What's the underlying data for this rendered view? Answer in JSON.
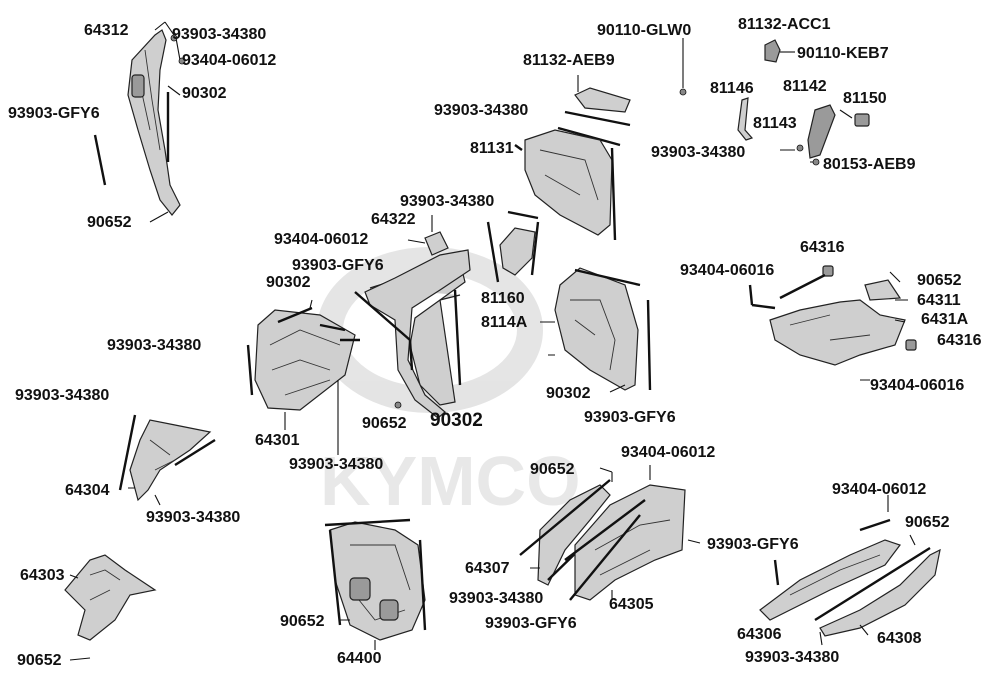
{
  "watermark": {
    "text": "KYMCO",
    "color": "#e0e0e0"
  },
  "labels": [
    {
      "id": "l01",
      "text": "64312"
    },
    {
      "id": "l02",
      "text": "93903-34380"
    },
    {
      "id": "l03",
      "text": "93404-06012"
    },
    {
      "id": "l04",
      "text": "90302"
    },
    {
      "id": "l05",
      "text": "93903-GFY6"
    },
    {
      "id": "l06",
      "text": "90652"
    },
    {
      "id": "l07",
      "text": "90110-GLW0"
    },
    {
      "id": "l08",
      "text": "81132-ACC1"
    },
    {
      "id": "l09",
      "text": "90110-KEB7"
    },
    {
      "id": "l10",
      "text": "81132-AEB9"
    },
    {
      "id": "l11",
      "text": "81146"
    },
    {
      "id": "l12",
      "text": "81142"
    },
    {
      "id": "l13",
      "text": "81150"
    },
    {
      "id": "l14",
      "text": "93903-34380"
    },
    {
      "id": "l15",
      "text": "81143"
    },
    {
      "id": "l16",
      "text": "81131"
    },
    {
      "id": "l17",
      "text": "93903-34380"
    },
    {
      "id": "l18",
      "text": "80153-AEB9"
    },
    {
      "id": "l19",
      "text": "93903-34380"
    },
    {
      "id": "l20",
      "text": "64322"
    },
    {
      "id": "l21",
      "text": "93404-06012"
    },
    {
      "id": "l22",
      "text": "93903-GFY6"
    },
    {
      "id": "l23",
      "text": "90302"
    },
    {
      "id": "l24",
      "text": "64316"
    },
    {
      "id": "l25",
      "text": "93404-06016"
    },
    {
      "id": "l26",
      "text": "90652"
    },
    {
      "id": "l27",
      "text": "64311"
    },
    {
      "id": "l28",
      "text": "81160"
    },
    {
      "id": "l29",
      "text": "6431A"
    },
    {
      "id": "l30",
      "text": "8114A"
    },
    {
      "id": "l31",
      "text": "64316"
    },
    {
      "id": "l32",
      "text": "93903-34380"
    },
    {
      "id": "l33",
      "text": "93404-06016"
    },
    {
      "id": "l34",
      "text": "93903-34380"
    },
    {
      "id": "l35",
      "text": "90302"
    },
    {
      "id": "l36",
      "text": "93903-GFY6"
    },
    {
      "id": "l37",
      "text": "90652"
    },
    {
      "id": "l38",
      "text": "90302"
    },
    {
      "id": "l39",
      "text": "64301"
    },
    {
      "id": "l40",
      "text": "93903-34380"
    },
    {
      "id": "l41",
      "text": "90652"
    },
    {
      "id": "l42",
      "text": "93404-06012"
    },
    {
      "id": "l43",
      "text": "64304"
    },
    {
      "id": "l44",
      "text": "93404-06012"
    },
    {
      "id": "l45",
      "text": "93903-34380"
    },
    {
      "id": "l46",
      "text": "90652"
    },
    {
      "id": "l47",
      "text": "93903-GFY6"
    },
    {
      "id": "l48",
      "text": "64303"
    },
    {
      "id": "l49",
      "text": "64307"
    },
    {
      "id": "l50",
      "text": "93903-34380"
    },
    {
      "id": "l51",
      "text": "64305"
    },
    {
      "id": "l52",
      "text": "90652"
    },
    {
      "id": "l53",
      "text": "93903-GFY6"
    },
    {
      "id": "l54",
      "text": "64306"
    },
    {
      "id": "l55",
      "text": "64308"
    },
    {
      "id": "l56",
      "text": "64400"
    },
    {
      "id": "l57",
      "text": "90652"
    },
    {
      "id": "l58",
      "text": "93903-34380"
    }
  ]
}
